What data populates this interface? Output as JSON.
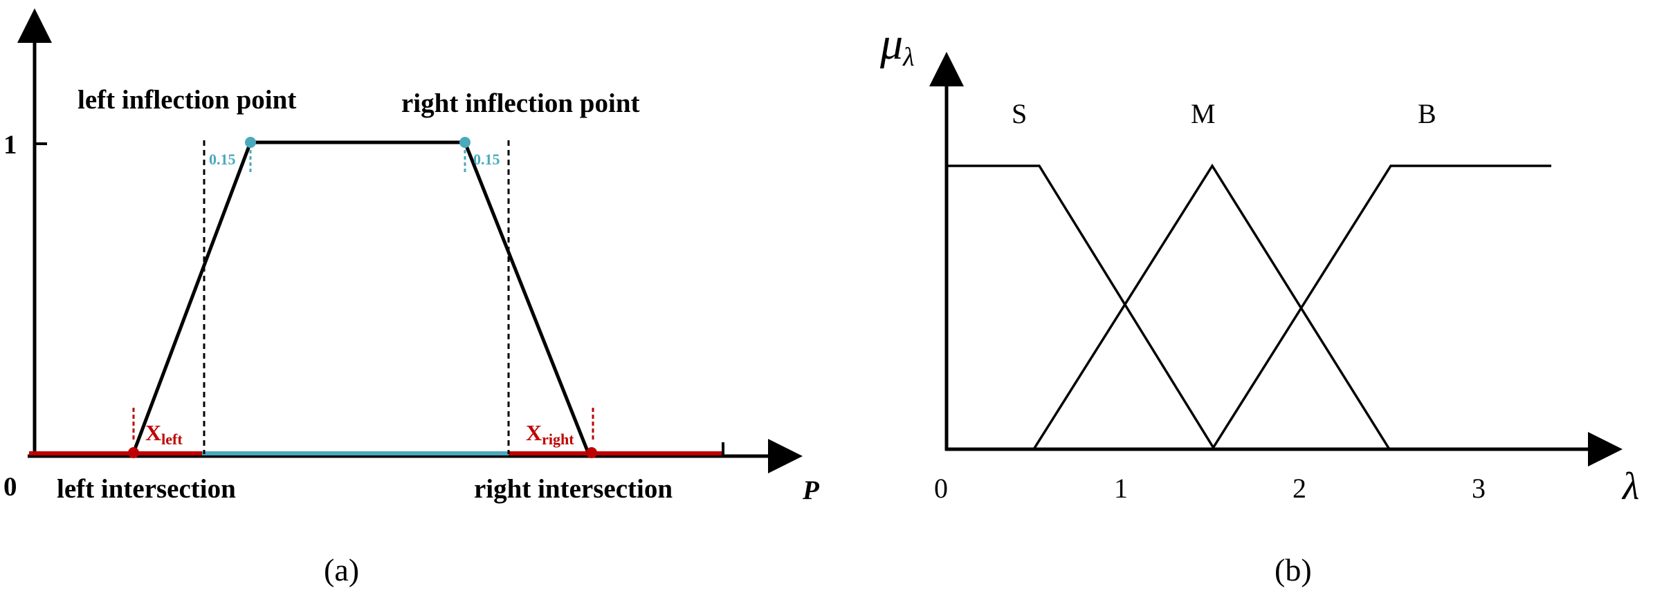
{
  "panel_a": {
    "caption": "(a)",
    "y_tick_one": "1",
    "origin_label": "0",
    "axis_label_p": "P",
    "left_inflection": "left inflection point",
    "right_inflection": "right inflection point",
    "left_intersection": "left intersection",
    "right_intersection": "right intersection",
    "offset_left": "0.15",
    "offset_right": "0.15",
    "x_left_main": "X",
    "x_left_sub": "left",
    "x_right_main": "X",
    "x_right_sub": "right",
    "colors": {
      "curve": "#000000",
      "inner_band": "#4aa9bd",
      "outer_band": "#c00000"
    }
  },
  "panel_b": {
    "caption": "(b)",
    "y_axis_symbol": "μ",
    "y_axis_sub": "λ",
    "x_axis_symbol": "λ",
    "set_labels": [
      "S",
      "M",
      "B"
    ],
    "x_ticks": [
      "0",
      "1",
      "2",
      "3"
    ]
  }
}
